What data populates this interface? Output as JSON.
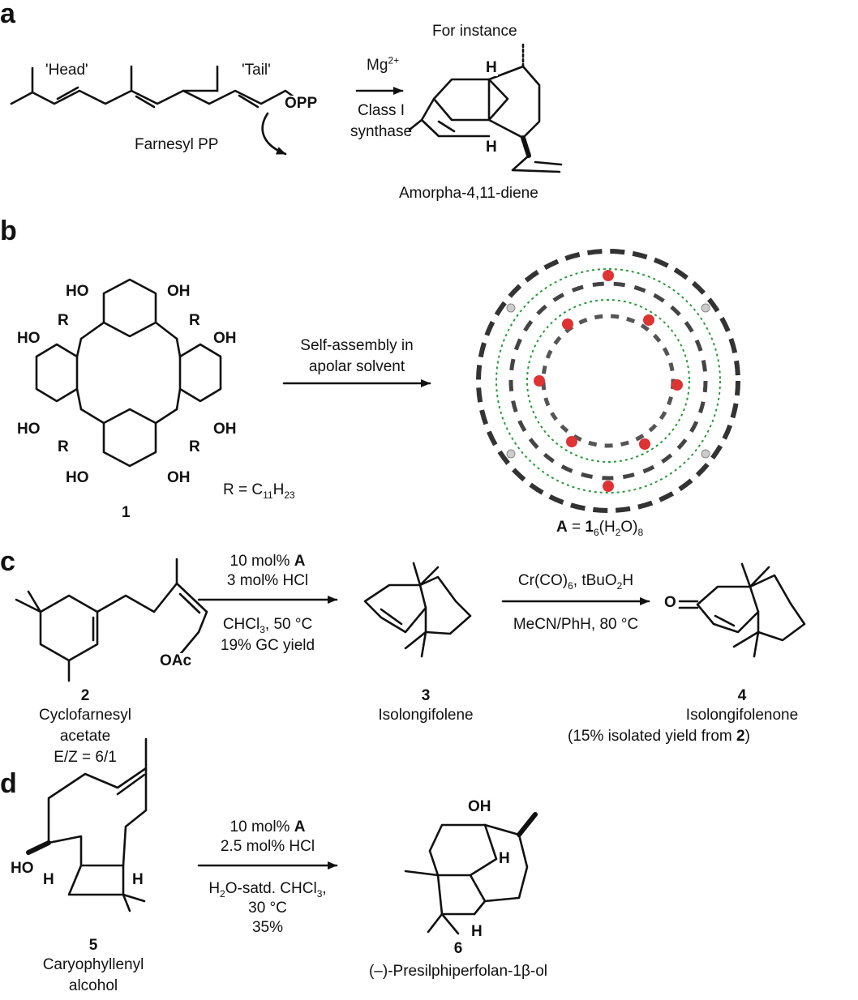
{
  "panels": {
    "a": "a",
    "b": "b",
    "c": "c",
    "d": "d"
  },
  "a": {
    "head": "'Head'",
    "tail": "'Tail'",
    "opp": "OPP",
    "substrate": "Farnesyl PP",
    "reagent_mg": "Mg",
    "reagent_mg_charge": "2+",
    "reagent_synthase_1": "Class I",
    "reagent_synthase_2": "synthase",
    "for_instance": "For instance",
    "h_top": "H",
    "h_bottom": "H",
    "product": "Amorpha-4,11-diene"
  },
  "b": {
    "ho": "HO",
    "oh": "OH",
    "r": "R",
    "r_def_prefix": "R = C",
    "r_def_sub1": "11",
    "r_def_mid": "H",
    "r_def_sub2": "23",
    "compound_1": "1",
    "arrow_1": "Self-assembly in",
    "arrow_2": "apolar solvent",
    "capsule_a": "A",
    "capsule_eq": " = ",
    "capsule_1": "1",
    "capsule_sub6": "6",
    "capsule_h2o": "(H",
    "capsule_sub2": "2",
    "capsule_o": "O)",
    "capsule_sub8": "8"
  },
  "c": {
    "oac": "OAc",
    "cond1_top1_pre": "10 mol% ",
    "cond1_top1_bold": "A",
    "cond1_top2": "3 mol% HCl",
    "cond1_bot1_pre": "CHCl",
    "cond1_bot1_sub": "3",
    "cond1_bot1_post": ", 50 °C",
    "cond1_bot2": "19% GC yield",
    "cond2_top_pre": "Cr(CO)",
    "cond2_top_sub1": "6",
    "cond2_top_mid": ", tBuO",
    "cond2_top_sub2": "2",
    "cond2_top_post": "H",
    "cond2_bot": "MeCN/PhH, 80 °C",
    "o": "O",
    "num_2": "2",
    "name_2_line1": "Cyclofarnesyl",
    "name_2_line2": "acetate",
    "name_2_line3": "E/Z = 6/1",
    "num_3": "3",
    "name_3": "Isolongifolene",
    "num_4": "4",
    "name_4": "Isolongifolenone",
    "yield_4_pre": "(15% isolated yield from ",
    "yield_4_bold": "2",
    "yield_4_post": ")"
  },
  "d": {
    "ho": "HO",
    "h_left": "H",
    "h_right": "H",
    "oh": "OH",
    "h_mid": "H",
    "h_low": "H",
    "cond_top1_pre": "10 mol% ",
    "cond_top1_bold": "A",
    "cond_top2": "2.5 mol% HCl",
    "cond_bot1_pre": "H",
    "cond_bot1_sub": "2",
    "cond_bot1_mid": "O-satd. CHCl",
    "cond_bot1_sub2": "3",
    "cond_bot1_post": ",",
    "cond_bot2": "30 °C",
    "cond_bot3": "35%",
    "num_5": "5",
    "name_5_line1": "Caryophyllenyl",
    "name_5_line2": "alcohol",
    "num_6": "6",
    "name_6": "(–)-Presilphiperfolan-1β-ol"
  }
}
